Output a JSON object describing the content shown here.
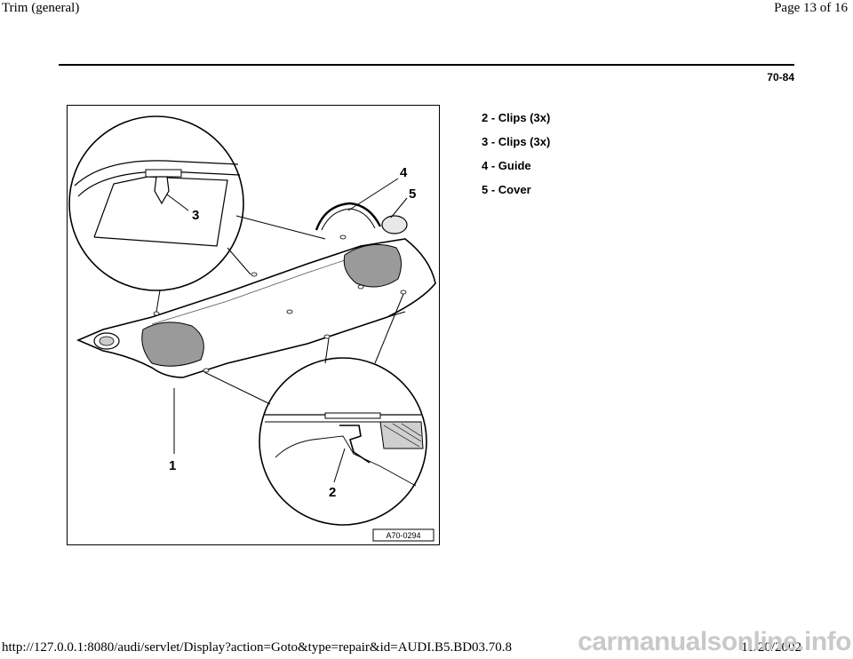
{
  "header": {
    "title": "Trim (general)",
    "page_indicator": "Page 13 of 16"
  },
  "page_code": "70-84",
  "figure": {
    "callouts": [
      "1",
      "2",
      "3",
      "4",
      "5"
    ],
    "reference_code": "A70-0294"
  },
  "legend": {
    "items": [
      {
        "label": "2 - Clips (3x)"
      },
      {
        "label": "3 - Clips (3x)"
      },
      {
        "label": "4 - Guide"
      },
      {
        "label": "5 - Cover"
      }
    ]
  },
  "footer": {
    "url": "http://127.0.0.1:8080/audi/servlet/Display?action=Goto&type=repair&id=AUDI.B5.BD03.70.8",
    "date": "11/20/2002"
  },
  "watermark": "carmanualsonline.info"
}
